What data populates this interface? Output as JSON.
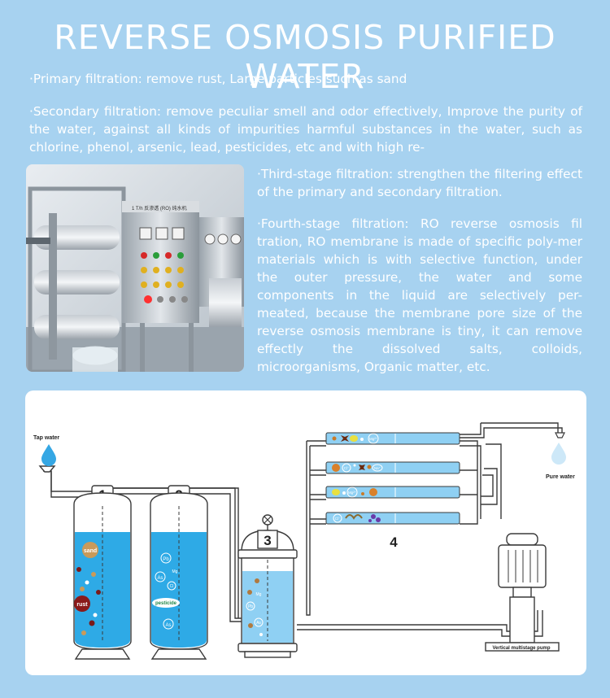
{
  "title": "REVERSE OSMOSIS PURIFIED WATER",
  "paragraphs": {
    "primary": "·Primary filtration: remove rust, Large particles such as sand",
    "secondary": "·Secondary filtration: remove peculiar smell and odor effectively, Improve the purity of the water, against all kinds of impurities harmful substances in the water, such as chlorine, phenol, arsenic, lead, pesticides, etc and with high re-",
    "third": "·Third-stage filtration: strengthen the filtering effect of the primary and secondary filtration.",
    "fourth": "·Fourth-stage filtration: RO reverse osmosis fil tration, RO membrane is made of specific poly-mer materials which is with selective function, under the outer pressure, the water and some components in the liquid are selectively per-meated, because the membrane pore size of the reverse osmosis membrane is tiny, it can remove effectly the dissolved salts, colloids, microorganisms, Organic matter, etc."
  },
  "photo": {
    "panel_text": "1 T/h 反渗透 (RO) 纯水机"
  },
  "diagram": {
    "tap_water": "Tap water",
    "pure_water": "Pure water",
    "pump": "Vertical multistage pump",
    "stage_numbers": [
      "1",
      "2",
      "3",
      "4"
    ],
    "tank1_labels": {
      "sand": "sand",
      "rust": "rust"
    },
    "tank2_labels": {
      "pb": "Pb",
      "mg": "Mg",
      "as": "As",
      "cl": "Cl",
      "pesticide": "pesticide",
      "as2": "As"
    },
    "tank3_labels": {
      "mg": "Mg",
      "pb": "Pb",
      "as": "As"
    },
    "membrane_labels": {
      "row1": "Mg²⁺",
      "row2a": "Cl⁻",
      "row2b": "Na⁺",
      "row3": "Mg²⁺",
      "row4": "Cl⁻"
    }
  },
  "colors": {
    "background": "#a7d2f0",
    "water": "#2eaae6",
    "membrane": "#8fd0f3",
    "outline": "#3a3a3a"
  }
}
